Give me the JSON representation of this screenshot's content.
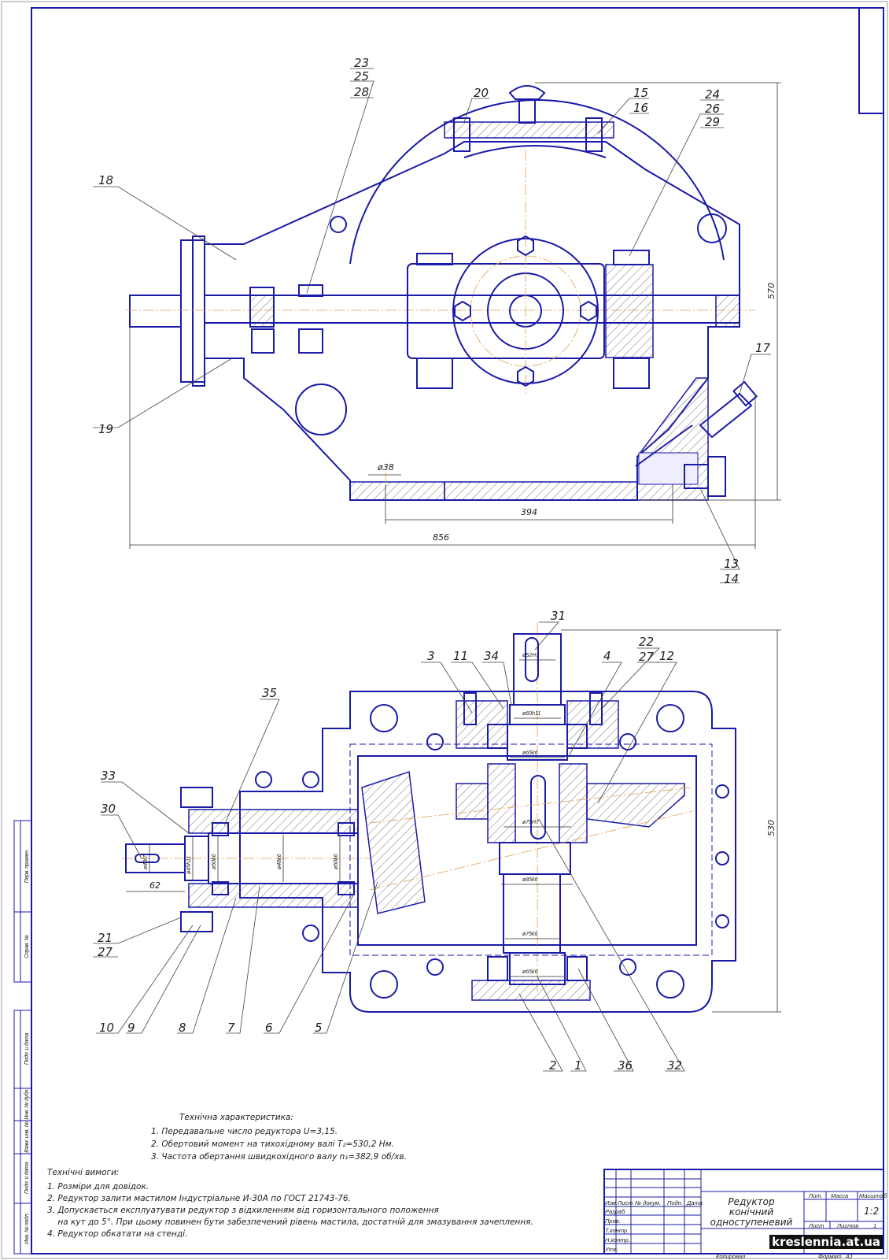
{
  "callouts_top": {
    "c23": "23",
    "c25": "25",
    "c28": "28",
    "c20": "20",
    "c15": "15",
    "c16": "16",
    "c24": "24",
    "c26": "26",
    "c29": "29",
    "c18": "18",
    "c19": "19",
    "c17": "17",
    "c13": "13",
    "c14": "14"
  },
  "dims_top": {
    "d38": "ø38",
    "d394": "394",
    "d856": "856",
    "d570": "570"
  },
  "callouts_bottom": {
    "c31": "31",
    "c22": "22",
    "c27a": "27",
    "c3": "3",
    "c11": "11",
    "c34": "34",
    "c4": "4",
    "c12": "12",
    "c35": "35",
    "c33": "33",
    "c30": "30",
    "c21": "21",
    "c27b": "27",
    "c10": "10",
    "c9": "9",
    "c8": "8",
    "c7": "7",
    "c6": "6",
    "c5": "5",
    "c2": "2",
    "c1": "1",
    "c36": "36",
    "c32": "32"
  },
  "dims_bottom": {
    "d52": "ø52H7",
    "d60": "ø60h11",
    "d65a": "ø65k6",
    "d75h": "ø75H7",
    "d85": "ø85k6",
    "d75k": "ø75k6",
    "d65b": "ø65k6",
    "d40": "ø40f7",
    "d45": "ø45h11",
    "d50a": "ø50k6",
    "d48": "ø48k6",
    "d50b": "ø50k6",
    "d62": "62",
    "d530": "530"
  },
  "tech_char": {
    "title": "Технічна характеристика:",
    "items": [
      "1. Передавальне число редуктора U=3,15.",
      "2. Обертовий момент на тихохідному валі T₂=530,2 Нм.",
      "3. Частота обертання швидкохідного валу n₁=382,9 об/хв."
    ]
  },
  "tech_req": {
    "title": "Технічні вимоги:",
    "items": [
      "1. Розміри для довідок.",
      "2. Редуктор залити мастилом Індустріальне И-30А по ГОСТ 21743-76.",
      "3. Допускається експлуатувати редуктор з відхиленням від горизонтального положення",
      "    на кут до 5°. При цьому повинен бути забезпечений рівень мастила, достатній для змазування зачеплення.",
      "4. Редуктор обкатати на стенді."
    ]
  },
  "title_block": {
    "title_l1": "Редуктор",
    "title_l2": "конічний",
    "title_l3": "одноступеневий",
    "h_izm": "Изм",
    "h_list": "Лист",
    "h_doc": "№ докум.",
    "h_podp": "Подп.",
    "h_data": "Дата",
    "r_razrab": "Разраб.",
    "r_prov": "Пров.",
    "r_tkontr": "Т.контр.",
    "r_nkontr": "Н.контр.",
    "r_utv": "Утв.",
    "lit": "Лит.",
    "massa": "Масса",
    "masshtab": "Масштаб",
    "scale": "1:2",
    "sheet": "Лист",
    "sheets": "Листов",
    "sheets_n": "1",
    "copied": "Копировал",
    "format": "Формат",
    "format_v": "A1"
  },
  "side_strip": [
    "Перв. примен.",
    "Справ. №",
    "Подп. и дата",
    "Инв. № дубл.",
    "Взам. инв. №",
    "Подп. и дата",
    "Инв. № подл."
  ],
  "watermark": "kreslennia.at.ua"
}
